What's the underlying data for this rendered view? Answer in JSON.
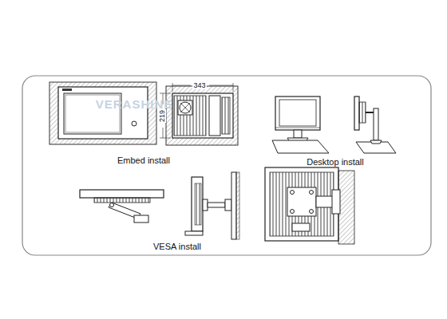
{
  "diagram": {
    "labels": [
      "VERASHINE",
      "343",
      "219",
      "Embed install",
      "Desktop install",
      "VESA install"
    ]
  }
}
